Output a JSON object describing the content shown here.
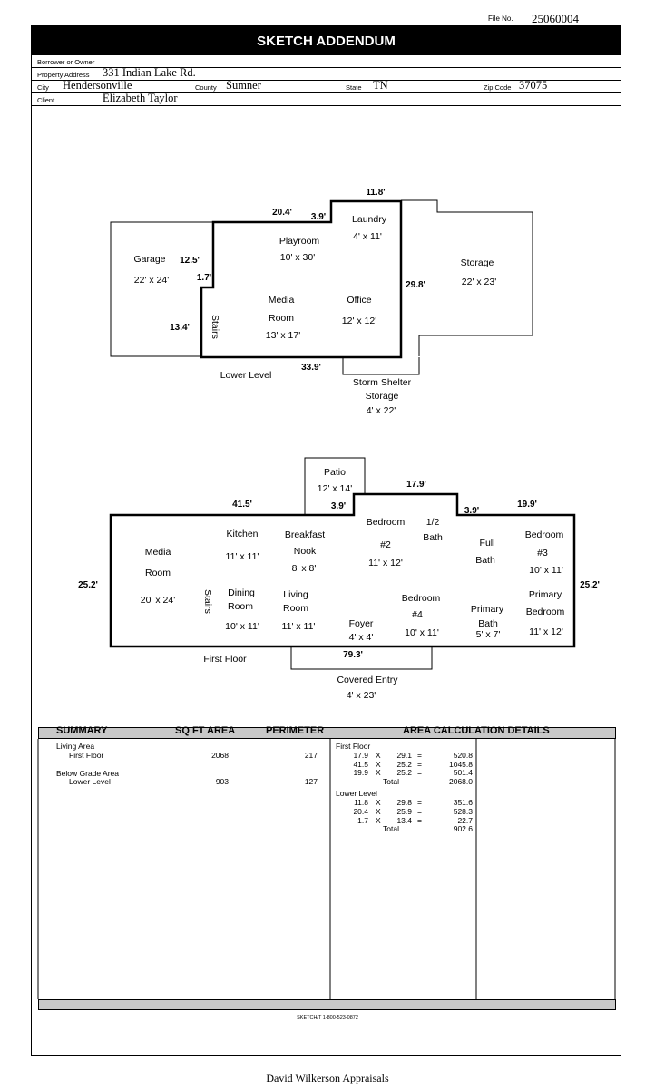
{
  "file_no_label": "File No.",
  "file_no": "25060004",
  "title": "SKETCH ADDENDUM",
  "header": {
    "borrower_label": "Borrower or Owner",
    "borrower": "",
    "address_label": "Property Address",
    "address": "331 Indian Lake Rd.",
    "city_label": "City",
    "city": "Hendersonville",
    "county_label": "County",
    "county": "Sumner",
    "state_label": "State",
    "state": "TN",
    "zip_label": "Zip Code",
    "zip": "37075",
    "client_label": "Client",
    "client": "Elizabeth Taylor"
  },
  "lower_level": {
    "caption": "Lower Level",
    "rooms": {
      "garage": "Garage",
      "garage_size": "22' x 24'",
      "playroom": "Playroom",
      "playroom_size": "10' x 30'",
      "laundry": "Laundry",
      "laundry_size": "4' x 11'",
      "storage": "Storage",
      "storage_size": "22' x 23'",
      "media1": "Media",
      "media2": "Room",
      "media_size": "13' x 17'",
      "office": "Office",
      "office_size": "12' x 12'",
      "stairs": "Stairs",
      "shelter1": "Storm Shelter",
      "shelter2": "Storage",
      "shelter_size": "4' x 22'"
    },
    "dims": {
      "d1": "20.4'",
      "d2": "3.9'",
      "d3": "11.8'",
      "d4": "12.5'",
      "d5": "1.7'",
      "d6": "29.8'",
      "d7": "13.4'",
      "d8": "33.9'"
    }
  },
  "first_floor": {
    "caption": "First Floor",
    "rooms": {
      "patio": "Patio",
      "patio_size": "12' x 14'",
      "kitchen": "Kitchen",
      "kitchen_size": "11' x 11'",
      "breakfast1": "Breakfast",
      "breakfast2": "Nook",
      "breakfast_size": "8' x 8'",
      "bed2a": "Bedroom",
      "bed2b": "#2",
      "bed2_size": "11' x 12'",
      "halfbath1": "1/2",
      "halfbath2": "Bath",
      "fullbath1": "Full",
      "fullbath2": "Bath",
      "bed3a": "Bedroom",
      "bed3b": "#3",
      "bed3_size": "10' x 11'",
      "media1": "Media",
      "media2": "Room",
      "media_size": "20' x 24'",
      "stairs": "Stairs",
      "dining1": "Dining",
      "dining2": "Room",
      "dining_size": "10' x 11'",
      "living1": "Living",
      "living2": "Room",
      "living_size": "11' x 11'",
      "bed4a": "Bedroom",
      "bed4b": "#4",
      "bed4_size": "10' x 11'",
      "foyer": "Foyer",
      "foyer_size": "4' x 4'",
      "pbath1": "Primary",
      "pbath2": "Bath",
      "pbath_size": "5' x 7'",
      "pbed1": "Primary",
      "pbed2": "Bedroom",
      "pbed_size": "11' x 12'",
      "entry": "Covered Entry",
      "entry_size": "4' x 23'"
    },
    "dims": {
      "d1": "41.5'",
      "d2": "3.9'",
      "d3": "17.9'",
      "d4": "3.9'",
      "d5": "19.9'",
      "d6": "25.2'",
      "d7": "25.2'",
      "d8": "79.3'"
    }
  },
  "summary": {
    "h_summary": "SUMMARY",
    "h_sqft": "SQ FT AREA",
    "h_perim": "PERIMETER",
    "h_details": "AREA CALCULATION DETAILS",
    "living_area": "Living Area",
    "first_floor": "First Floor",
    "first_floor_sqft": "2068",
    "first_floor_perim": "217",
    "below_grade": "Below Grade Area",
    "lower_level": "Lower Level",
    "lower_level_sqft": "903",
    "lower_level_perim": "127"
  },
  "details": {
    "ff_title": "First Floor",
    "ff_rows": [
      {
        "a": "17.9",
        "op": "X",
        "b": "29.1",
        "eq": "=",
        "r": "520.8"
      },
      {
        "a": "41.5",
        "op": "X",
        "b": "25.2",
        "eq": "=",
        "r": "1045.8"
      },
      {
        "a": "19.9",
        "op": "X",
        "b": "25.2",
        "eq": "=",
        "r": "501.4"
      }
    ],
    "ff_total_label": "Total",
    "ff_total": "2068.0",
    "ll_title": "Lower Level",
    "ll_rows": [
      {
        "a": "11.8",
        "op": "X",
        "b": "29.8",
        "eq": "=",
        "r": "351.6"
      },
      {
        "a": "20.4",
        "op": "X",
        "b": "25.9",
        "eq": "=",
        "r": "528.3"
      },
      {
        "a": "1.7",
        "op": "X",
        "b": "13.4",
        "eq": "=",
        "r": "22.7"
      }
    ],
    "ll_total_label": "Total",
    "ll_total": "902.6"
  },
  "sketchit": "SKETCH/T 1-800-523-0872",
  "footer": "David Wilkerson Appraisals"
}
